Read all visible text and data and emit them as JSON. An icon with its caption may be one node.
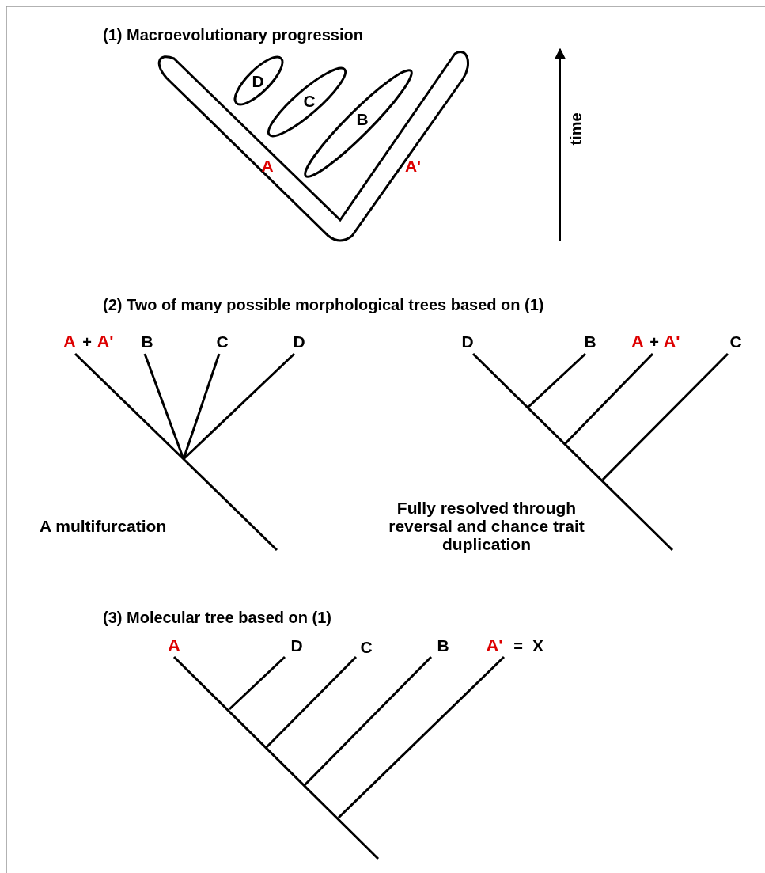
{
  "diagram": {
    "nodes": [
      {
        "text": [
          "A",
          "A'"
        ]
      },
      {
        "text": [
          "D"
        ]
      },
      {
        "text": [
          "C"
        ]
      },
      {
        "text": [
          "B"
        ]
      }
    ],
    "labels": [
      "(1) Macroevolutionary progression",
      "time",
      "(2) Two of many possible morphological trees based on (1)",
      "A",
      "+",
      "A'",
      "B",
      "C",
      "D",
      "D",
      "B",
      "A",
      "+",
      "A'",
      "C",
      "A multifurcation",
      "Fully resolved through reversal and chance trait duplication",
      "(3) Molecular tree based on (1)",
      "A",
      "D",
      "C",
      "B",
      "A'",
      "=",
      "X"
    ]
  }
}
